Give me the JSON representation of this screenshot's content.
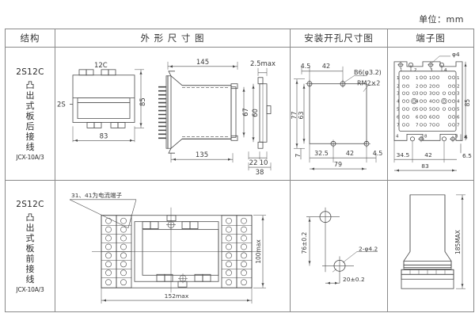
{
  "sheet": {
    "unit_label": "单位：mm",
    "headers": [
      {
        "key": "structure",
        "label": "结构"
      },
      {
        "key": "outline",
        "label": "外 形 尺 寸 图"
      },
      {
        "key": "mounting",
        "label": "安装开孔尺寸图"
      },
      {
        "key": "terminal",
        "label": "端子图"
      }
    ]
  },
  "rows": [
    {
      "structure": {
        "model": "2S12C",
        "vertical_text": [
          "凸",
          "出",
          "式",
          "板",
          "后",
          "接",
          "线"
        ],
        "code": "JCX-10A/3"
      },
      "outline": {
        "front_view": {
          "top_label": "12C",
          "left_label": "2S",
          "height_dim": "85",
          "width_dim": "83"
        },
        "side_view": {
          "top_dim": "145",
          "bottom_dim": "135",
          "inner_height_dim": "67",
          "outer_height_dim": "60"
        },
        "edge_view": {
          "top_dim": "2.5max",
          "dim_a": "22",
          "dim_b": "10",
          "dim_c": "38"
        }
      },
      "mounting": {
        "top_left_dim": "4.5",
        "top_span_dim": "42",
        "hole_spec": "B6(φ3.2)",
        "thread_spec": "RM2×2",
        "outer_height_dim": "77",
        "inner_height_dim": "63",
        "bottom_offset_dim": "7",
        "bottom_left_dim": "32.5",
        "bottom_span_dim": "42",
        "bottom_right_dim": "4.5",
        "total_width_dim": "79"
      },
      "terminal": {
        "hole_spec": "φ4",
        "height_dim": "85",
        "small_dim": "4",
        "bottom_offset_dim": "6.5",
        "bottom_left_dim": "34.5",
        "bottom_span_dim": "42",
        "total_width_dim": "83",
        "row_numbers": [
          "1",
          "2",
          "3",
          "4",
          "5",
          "6",
          "7"
        ],
        "col_numbers": [
          "1",
          "2",
          "3",
          "4"
        ],
        "bottom_numbers": [
          "4",
          "8"
        ]
      }
    },
    {
      "structure": {
        "model": "2S12C",
        "vertical_text": [
          "凸",
          "出",
          "式",
          "板",
          "前",
          "接",
          "线"
        ],
        "code": "JCX-10A/3"
      },
      "outline": {
        "note": "31、41为电流端子",
        "height_dim": "100max",
        "width_dim": "152max"
      },
      "mounting": {
        "vertical_dim": "76±0.2",
        "hole_spec": "2-φ4.2",
        "horizontal_dim": "20±0.2"
      },
      "terminal": {
        "height_dim": "185MAX"
      }
    }
  ]
}
